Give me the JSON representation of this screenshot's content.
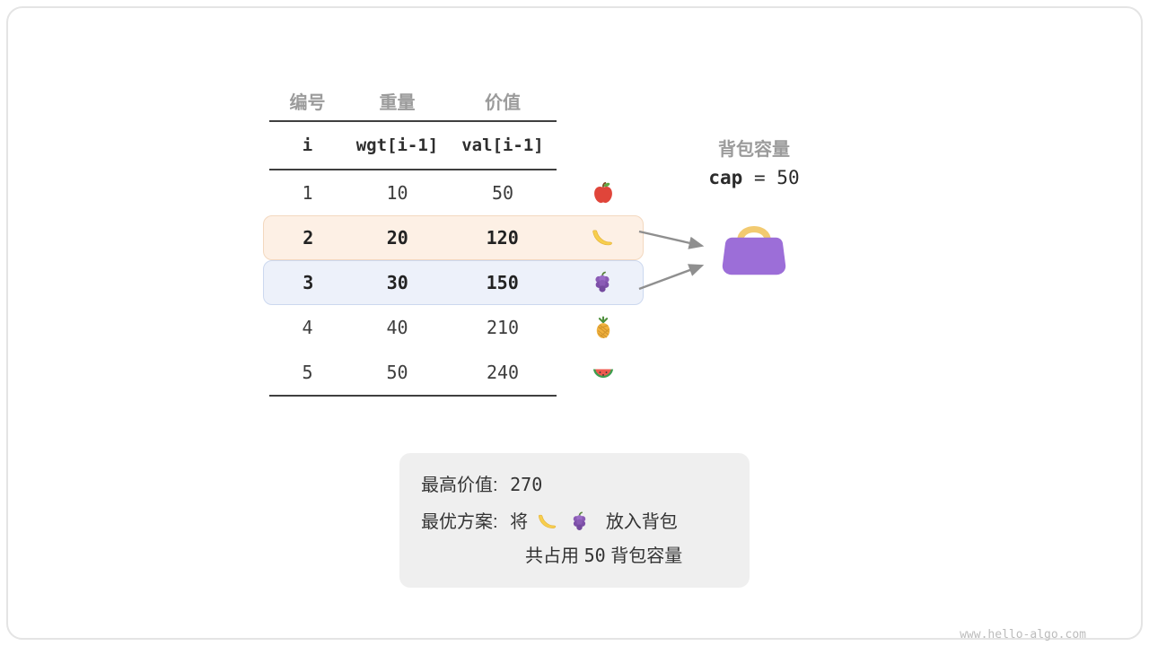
{
  "table": {
    "headers": [
      "编号",
      "重量",
      "价值"
    ],
    "subheaders": [
      "i",
      "wgt[i-1]",
      "val[i-1]"
    ],
    "rows": [
      {
        "id": "1",
        "weight": "10",
        "value": "50",
        "fruit": "apple-icon",
        "highlight": "none"
      },
      {
        "id": "2",
        "weight": "20",
        "value": "120",
        "fruit": "banana-icon",
        "highlight": "orange"
      },
      {
        "id": "3",
        "weight": "30",
        "value": "150",
        "fruit": "grapes-icon",
        "highlight": "blue"
      },
      {
        "id": "4",
        "weight": "40",
        "value": "210",
        "fruit": "pineapple-icon",
        "highlight": "none"
      },
      {
        "id": "5",
        "weight": "50",
        "value": "240",
        "fruit": "watermelon-icon",
        "highlight": "none"
      }
    ]
  },
  "knapsack": {
    "label": "背包容量",
    "cap_var": "cap",
    "eq": "=",
    "value": "50",
    "icon": "handbag-icon"
  },
  "summary": {
    "best_value_label": "最高价值:",
    "best_value": "270",
    "plan_label": "最优方案:",
    "plan_word": "将",
    "plan_suffix": "放入背包",
    "line2_prefix": "共占用",
    "line2_value": "50",
    "line2_suffix": "背包容量"
  },
  "watermark": "www.hello-algo.com",
  "colors": {
    "highlight_orange_bg": "#fdf0e5",
    "highlight_orange_border": "#f3d8bf",
    "highlight_blue_bg": "#edf1fa",
    "highlight_blue_border": "#ccd8ef",
    "bag_purple": "#9c6ed8",
    "bag_handle_yellow": "#f2ca70",
    "summary_bg": "#efefef",
    "header_gray": "#9b9b9b",
    "arrow_gray": "#8f8f8f"
  }
}
